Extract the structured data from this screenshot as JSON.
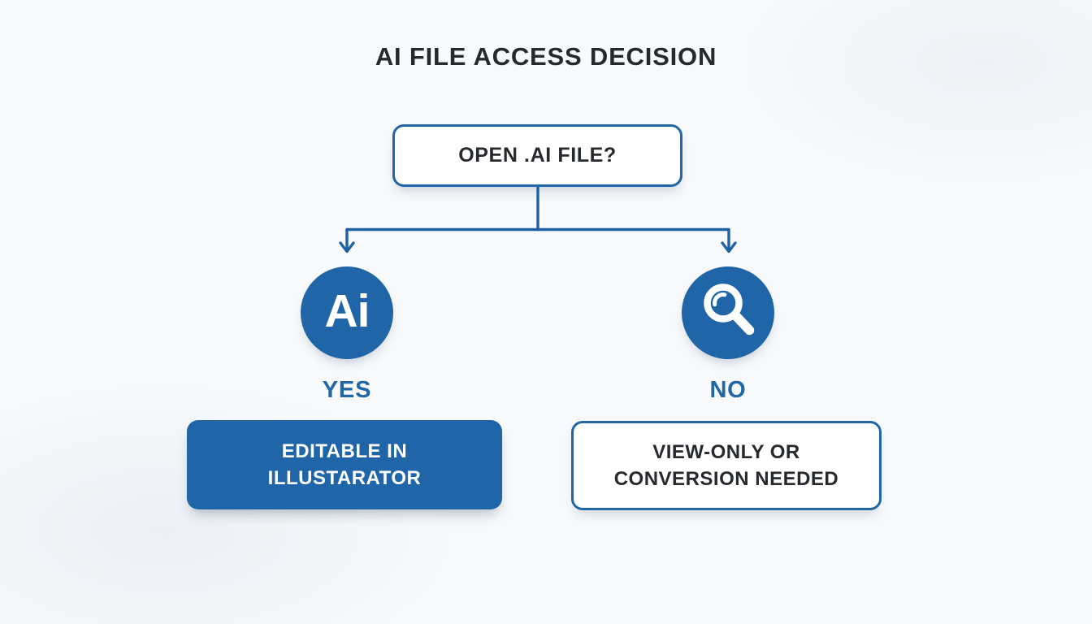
{
  "title": "AI FILE ACCESS DECISION",
  "decision": {
    "label": "OPEN .AI FILE?"
  },
  "branches": [
    {
      "id": "yes",
      "answer_label": "YES",
      "icon": "illustrator-ai-icon",
      "icon_text": "Ai",
      "result_line1": "EDITABLE IN",
      "result_line2": "ILLUSTARATOR",
      "result_style": "filled"
    },
    {
      "id": "no",
      "answer_label": "NO",
      "icon": "magnifier-icon",
      "result_line1": "VIEW-ONLY OR",
      "result_line2": "CONVERSION NEEDED",
      "result_style": "outlined"
    }
  ],
  "colors": {
    "background": "#f7f9fb",
    "accent_blue": "#2065a8",
    "line_blue": "#1f61a3",
    "outline_blue": "#2166a5",
    "label_blue": "#2166a5",
    "text_dark": "#26292e",
    "node_fill": "#ffffff"
  }
}
